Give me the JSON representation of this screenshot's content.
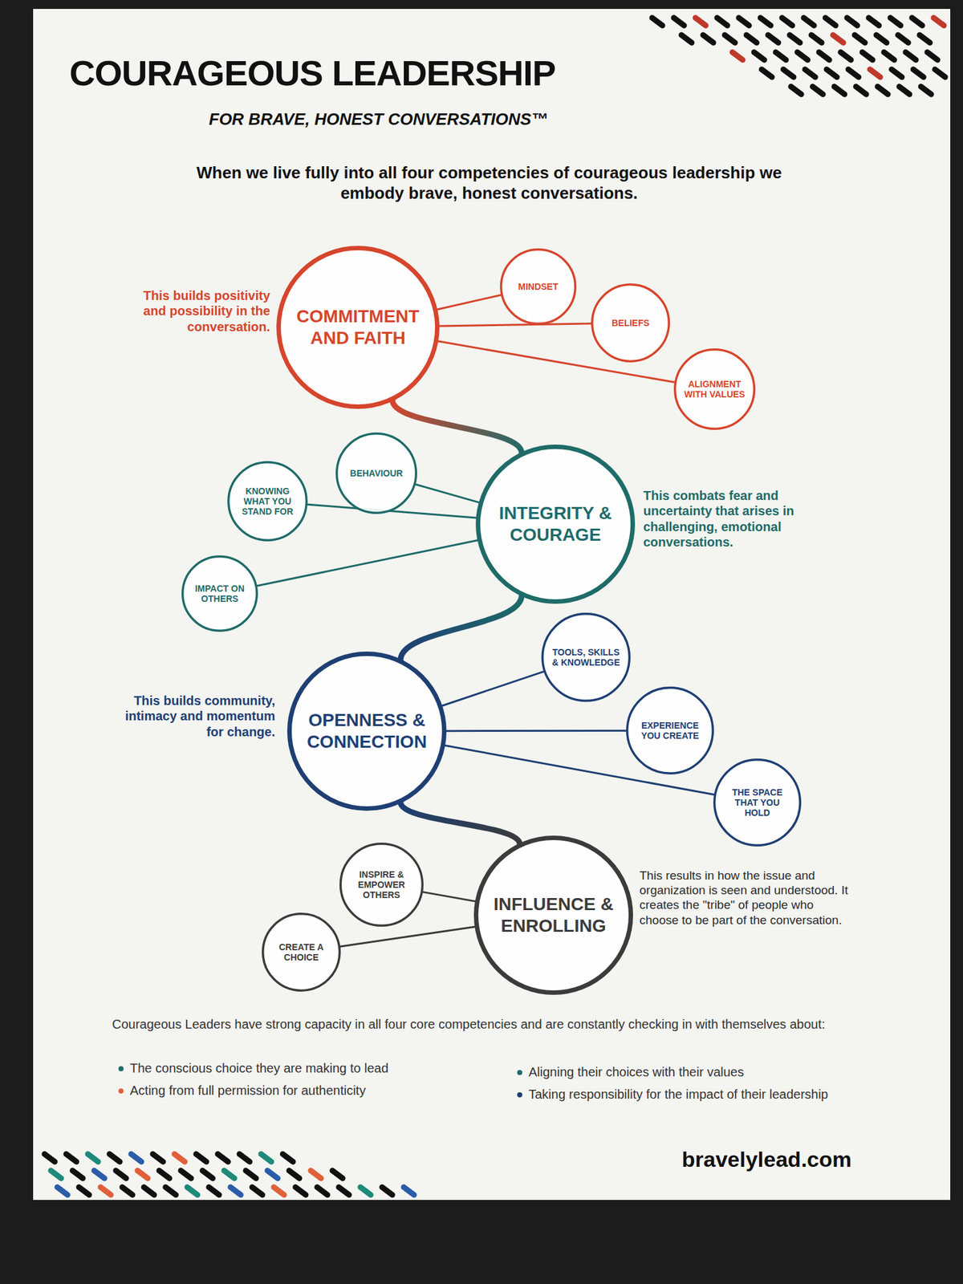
{
  "diagram": {
    "title": "COURAGEOUS LEADERSHIP",
    "nodes": [
      {
        "text": [
          "COMMITMENT AND FAITH"
        ]
      },
      {
        "text": [
          "MINDSET"
        ]
      },
      {
        "text": [
          "BELIEFS"
        ]
      },
      {
        "text": [
          "ALIGNMENT WITH VALUES"
        ]
      },
      {
        "text": [
          "INTEGRITY & COURAGE"
        ]
      },
      {
        "text": [
          "BEHAVIOUR"
        ]
      },
      {
        "text": [
          "KNOWING WHAT YOU STAND FOR"
        ]
      },
      {
        "text": [
          "IMPACT ON OTHERS"
        ]
      },
      {
        "text": [
          "OPENNESS & CONNECTION"
        ]
      },
      {
        "text": [
          "TOOLS, SKILLS & KNOWLEDGE"
        ]
      },
      {
        "text": [
          "EXPERIENCE YOU CREATE"
        ]
      },
      {
        "text": [
          "THE SPACE THAT YOU HOLD"
        ]
      },
      {
        "text": [
          "INFLUENCE & ENROLLING"
        ]
      },
      {
        "text": [
          "INSPIRE & EMPOWER OTHERS"
        ]
      },
      {
        "text": [
          "CREATE A CHOICE"
        ]
      }
    ],
    "edges": [
      {
        "from": 0,
        "to": 1,
        "arrow": "none"
      },
      {
        "from": 0,
        "to": 2,
        "arrow": "none"
      },
      {
        "from": 0,
        "to": 3,
        "arrow": "none"
      },
      {
        "from": 0,
        "to": 4,
        "arrow": "none"
      },
      {
        "from": 4,
        "to": 5,
        "arrow": "none"
      },
      {
        "from": 4,
        "to": 6,
        "arrow": "none"
      },
      {
        "from": 4,
        "to": 7,
        "arrow": "none"
      },
      {
        "from": 4,
        "to": 8,
        "arrow": "none"
      },
      {
        "from": 8,
        "to": 9,
        "arrow": "none"
      },
      {
        "from": 8,
        "to": 10,
        "arrow": "none"
      },
      {
        "from": 8,
        "to": 11,
        "arrow": "none"
      },
      {
        "from": 8,
        "to": 12,
        "arrow": "none"
      },
      {
        "from": 12,
        "to": 13,
        "arrow": "none"
      },
      {
        "from": 12,
        "to": 14,
        "arrow": "none"
      }
    ],
    "labels": [
      "FOR BRAVE, HONEST CONVERSATIONS™",
      "When we live fully into all four competencies of courageous leadership we embody brave, honest conversations.",
      "This builds positivity and possibility in the conversation.",
      "This combats fear and uncertainty that arises in challenging, emotional conversations.",
      "This builds community, intimacy and momentum for change.",
      "This results in how the issue and organization is seen and understood. It creates the \"tribe\" of people who choose to be part of the conversation.",
      "Courageous Leaders have strong capacity in all four core competencies and are constantly checking in with themselves about:",
      "The conscious choice they are making to lead",
      "Acting from full permission for authenticity",
      "Aligning their choices with their values",
      "Taking responsibility for the impact of their leadership",
      "bravelylead.com"
    ]
  }
}
